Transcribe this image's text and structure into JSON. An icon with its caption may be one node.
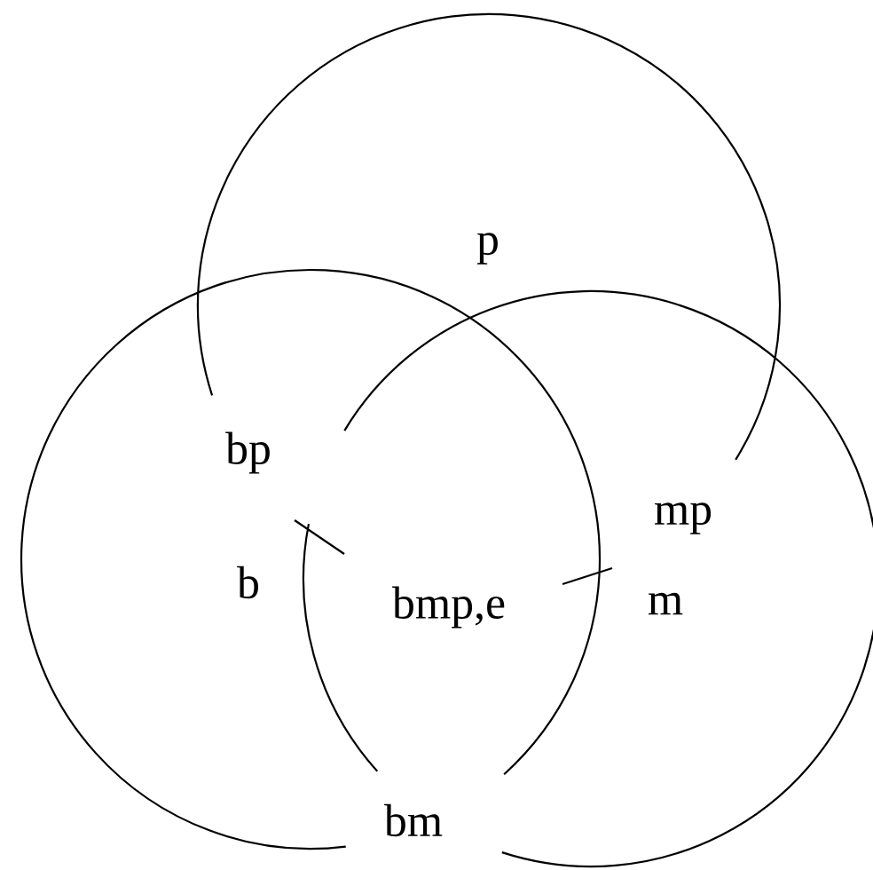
{
  "diagram": {
    "labels": [
      "p",
      "bp",
      "mp",
      "b",
      "m",
      "bmp,e",
      "bm"
    ]
  }
}
